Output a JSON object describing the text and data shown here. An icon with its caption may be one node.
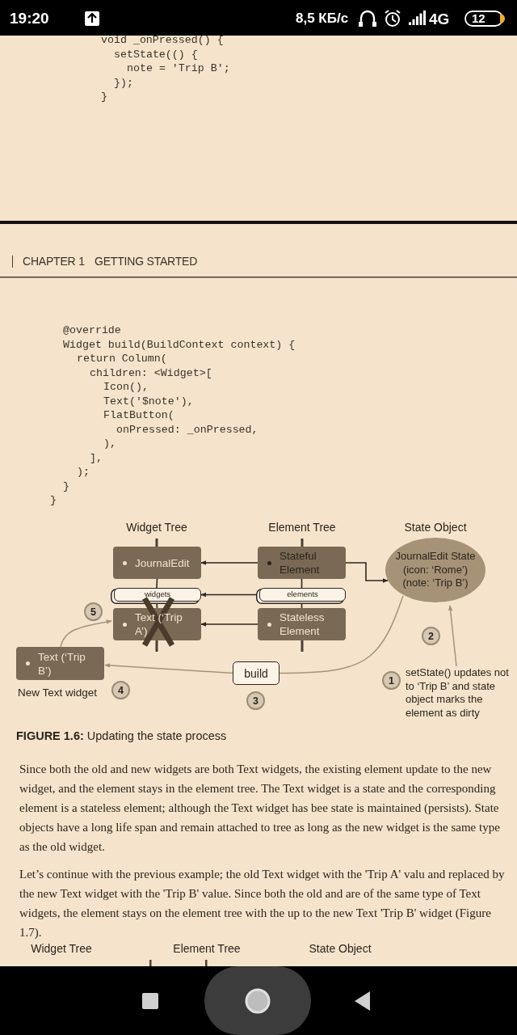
{
  "diagram": {
    "caption": "**FIGURE 1.6:** Updating the state process",
    "nodes": [
      {
        "text": [
          "JournalEdit"
        ]
      },
      {
        "text": [
          "widgets"
        ]
      },
      {
        "text": [
          "Text (‘Trip A’)"
        ]
      },
      {
        "text": [
          "Stateful Element"
        ]
      },
      {
        "text": [
          "elements"
        ]
      },
      {
        "text": [
          "Stateless Element"
        ]
      },
      {
        "text": [
          "JournalEdit State (icon: ‘Rome’) (note: ‘Trip B’)"
        ]
      },
      {
        "text": [
          "5"
        ]
      },
      {
        "text": [
          "2"
        ]
      },
      {
        "text": [
          "Text (‘Trip B’)"
        ],
        "beside": [
          "New Text widget"
        ]
      },
      {
        "text": [
          "build"
        ]
      },
      {
        "text": [
          "4"
        ]
      },
      {
        "text": [
          "3"
        ]
      },
      {
        "text": [
          "1"
        ],
        "beside": [
          "setState() updates not to ‘Trip B’ and state object marks the element as dirty"
        ]
      }
    ],
    "edges": [
      {
        "from": 3,
        "to": 0,
        "arrow": "to"
      },
      {
        "from": 4,
        "to": 1,
        "arrow": "to"
      },
      {
        "from": 5,
        "to": 2,
        "arrow": "to"
      },
      {
        "from": 3,
        "to": 6,
        "arrow": "to"
      },
      {
        "from": 0,
        "to": 1,
        "arrow": "none"
      },
      {
        "from": 1,
        "to": 2,
        "arrow": "none"
      },
      {
        "from": 3,
        "to": 4,
        "arrow": "none"
      },
      {
        "from": 4,
        "to": 5,
        "arrow": "none"
      },
      {
        "from": 6,
        "to": 10,
        "arrow": "none",
        "color": "#a3937f"
      },
      {
        "from": 10,
        "to": 9,
        "arrow": "to",
        "color": "#a3937f"
      },
      {
        "from": 9,
        "to": 2,
        "arrow": "to",
        "color": "#a3937f"
      },
      {
        "from": 13,
        "to": 6,
        "arrow": "to",
        "color": "#a3937f"
      }
    ],
    "labels": [
      "19:20",
      "8,5 КБ/с",
      "4G",
      "12",
      "void _onPressed() {",
      "setState(() {",
      "note = 'Trip B';",
      "});",
      "}",
      "CHAPTER 1",
      "GETTING STARTED",
      "@override",
      "Widget build(BuildContext context) {",
      "return Column(",
      "children: <Widget>[",
      "Icon(),",
      "Text('$note'),",
      "FlatButton(",
      "onPressed: _onPressed,",
      "),",
      "],",
      ");",
      "}",
      "}",
      "Widget Tree",
      "Element Tree",
      "State Object",
      "Since both the old and new widgets are both Text widgets, the existing element update to the new widget, and the element stays in the element tree. The Text widget is a state and the corresponding element is a stateless element; although the Text widget has bee state is maintained (persists). State objects have a long life span and remain attached to tree as long as the new widget is the same type as the old widget.",
      "Let’s continue with the previous example; the old Text widget with the 'Trip A' valu and replaced by the new Text widget with the 'Trip B' value. Since both the old and are of the same type of Text widgets, the element stays on the element tree with the up to the new Text 'Trip B' widget (Figure 1.7).",
      "Widget Tree",
      "Element Tree",
      "State Object"
    ]
  }
}
